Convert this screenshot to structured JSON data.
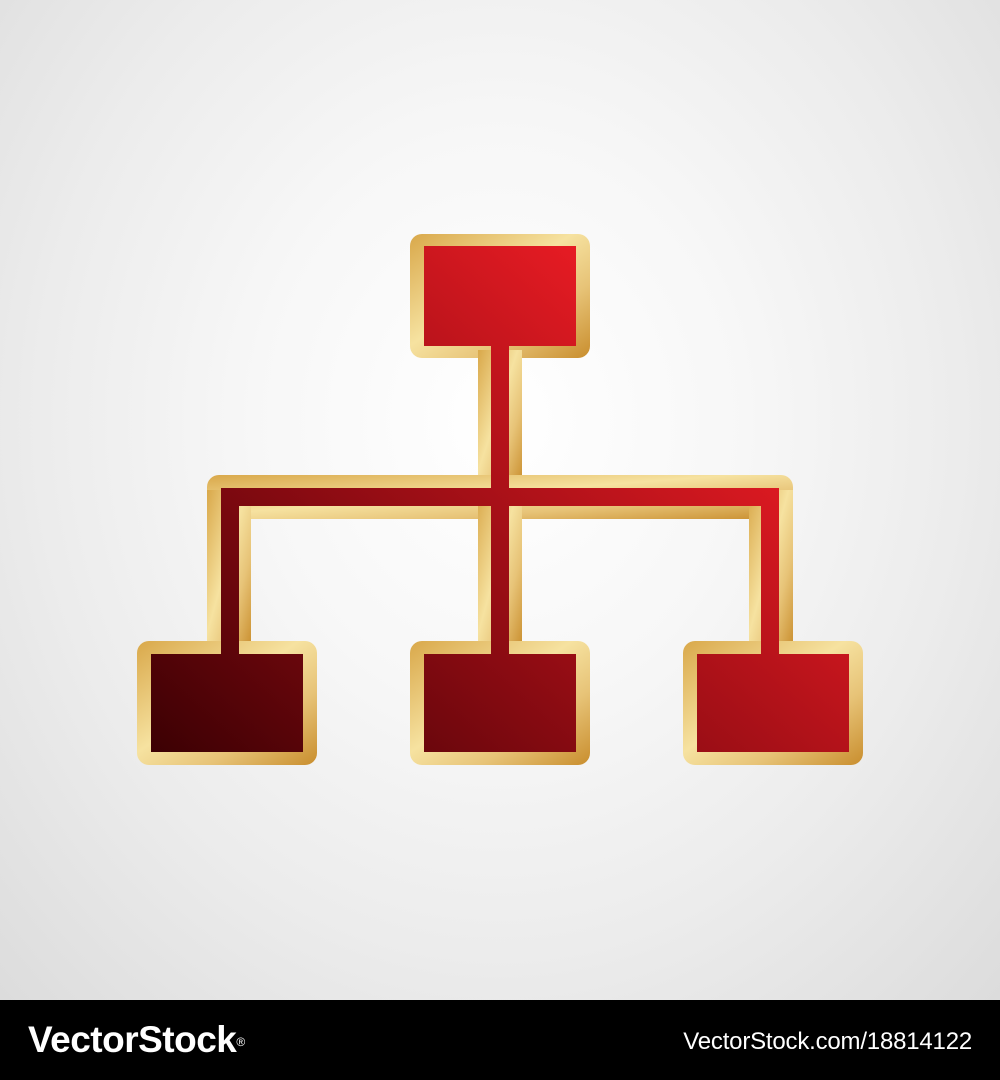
{
  "icon": {
    "name": "network-hierarchy-icon",
    "colors": {
      "background": "#f4f4f4",
      "gold_outline_light": "#f5df9a",
      "gold_outline_dark": "#cf9a3a",
      "red_light": "#e81c24",
      "red_dark": "#3c0004"
    },
    "nodes": [
      "root-node",
      "child-node-left",
      "child-node-middle",
      "child-node-right"
    ]
  },
  "footer": {
    "brand": "VectorStock",
    "brand_mark": "®",
    "image_url": "VectorStock.com/18814122"
  }
}
